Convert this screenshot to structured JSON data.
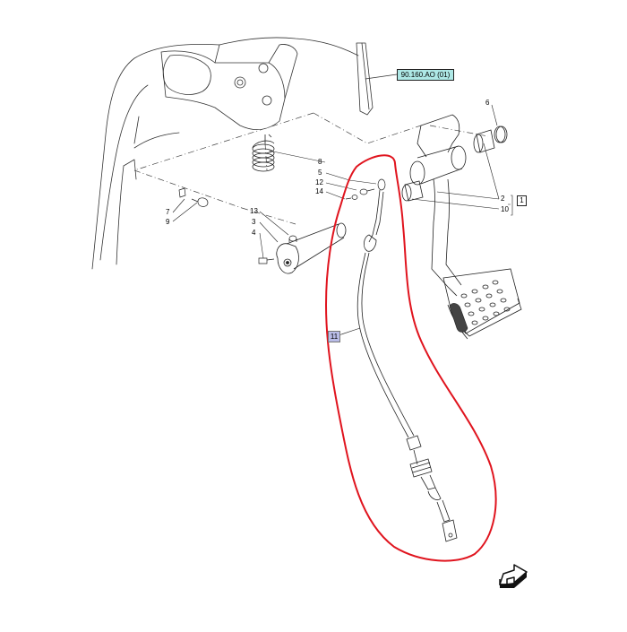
{
  "diagram": {
    "reference_link": "90.160.AO (01)",
    "callouts": {
      "c1": "1",
      "c2": "2",
      "c3": "3",
      "c4": "4",
      "c5": "5",
      "c6": "6",
      "c7": "7",
      "c8": "8",
      "c9": "9",
      "c10": "10",
      "c11": "11",
      "c12": "12",
      "c13": "13",
      "c14": "14"
    },
    "highlight_color": "#e0141e",
    "reference_color": "#aee8e6",
    "part_highlight_color": "#b9bce8",
    "nav_icon": "next-page-arrow-icon"
  }
}
